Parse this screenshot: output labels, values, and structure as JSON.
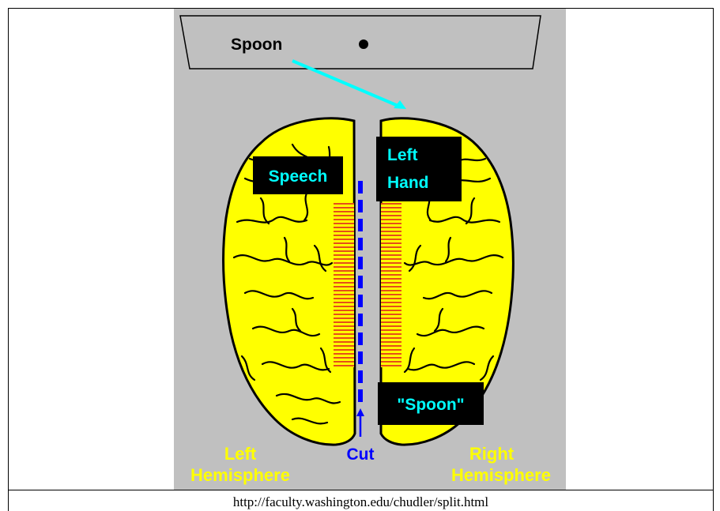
{
  "monitor_label": "Spoon",
  "speech_label": "Speech",
  "left_hand_label": [
    "Left",
    "Hand"
  ],
  "spoken_word": "\"Spoon\"",
  "cut_label": "Cut",
  "left_hemisphere_label": [
    "Left",
    "Hemisphere"
  ],
  "right_hemisphere_label": [
    "Right",
    "Hemisphere"
  ],
  "caption": "http://faculty.washington.edu/chudler/split.html",
  "colors": {
    "panel": "#c0c0c0",
    "brain": "#ffff00",
    "label_box": "#000000",
    "label_text": "#00ffff",
    "hemisphere_text": "#ffff00",
    "cut": "#0000ff",
    "corpus_callosum": "#e02020"
  }
}
